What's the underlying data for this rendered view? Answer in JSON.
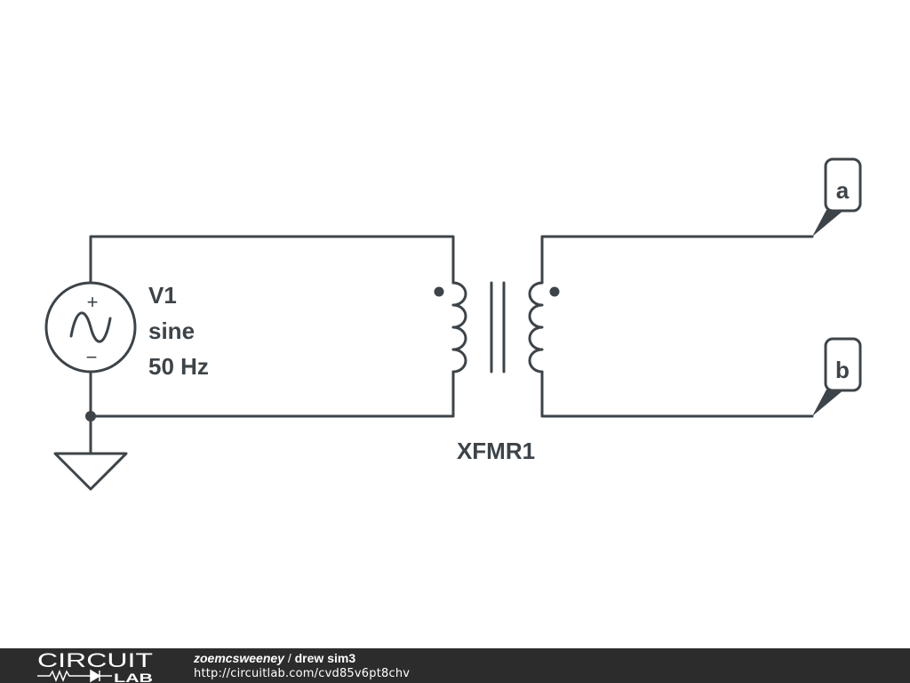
{
  "source": {
    "name": "V1",
    "waveform": "sine",
    "frequency": "50 Hz",
    "plus_sign": "+",
    "minus_sign": "−"
  },
  "transformer": {
    "name": "XFMR1"
  },
  "terminals": {
    "a": "a",
    "b": "b"
  },
  "footer": {
    "logo_top": "CIRCUIT",
    "logo_bottom": "LAB",
    "user": "zoemcsweeney",
    "separator": " / ",
    "title": "drew sim3",
    "url": "http://circuitlab.com/cvd85v6pt8chv"
  },
  "colors": {
    "wire": "#3d4449",
    "footer_bg": "#2c2c2c",
    "footer_text": "#ffffff"
  }
}
